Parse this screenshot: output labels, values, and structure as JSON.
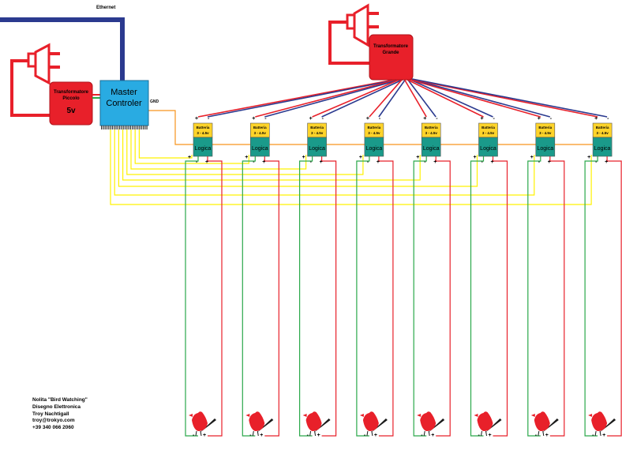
{
  "labels": {
    "ethernet": "Ethernet",
    "gnd": "GND",
    "master_line1": "Master",
    "master_line2": "Controler",
    "small_tx_line1": "Transformatore",
    "small_tx_line2": "Piccolo",
    "small_tx_voltage": "5v",
    "big_tx_line1": "Transformatore",
    "big_tx_line2": "Grande",
    "battery_line1": "Batteria",
    "battery_line2": "3 - 4.5v",
    "logic": "Logica",
    "plus": "+",
    "minus": "-"
  },
  "credits": [
    "Nolita \"Bird Watching\"",
    "Disegno Elettronica",
    "Troy Nachtigall",
    "troy@trokyo.com",
    "+39 340 066 2060"
  ],
  "units": [
    {
      "id": 1
    },
    {
      "id": 2
    },
    {
      "id": 3
    },
    {
      "id": 4
    },
    {
      "id": 5
    },
    {
      "id": 6
    },
    {
      "id": 7
    },
    {
      "id": 8
    }
  ],
  "colors": {
    "ethernet_wire": "#2b3a8f",
    "power_red": "#e8202a",
    "transformer_fill": "#e8202a",
    "master_fill": "#29abe2",
    "battery_fill": "#ffd42a",
    "logic_fill": "#1a9a8a",
    "signal_orange": "#f7941d",
    "signal_yellow": "#fff200",
    "green_wire": "#2aa84a",
    "bird_red": "#e8202a",
    "bird_black": "#1a1a1a"
  }
}
